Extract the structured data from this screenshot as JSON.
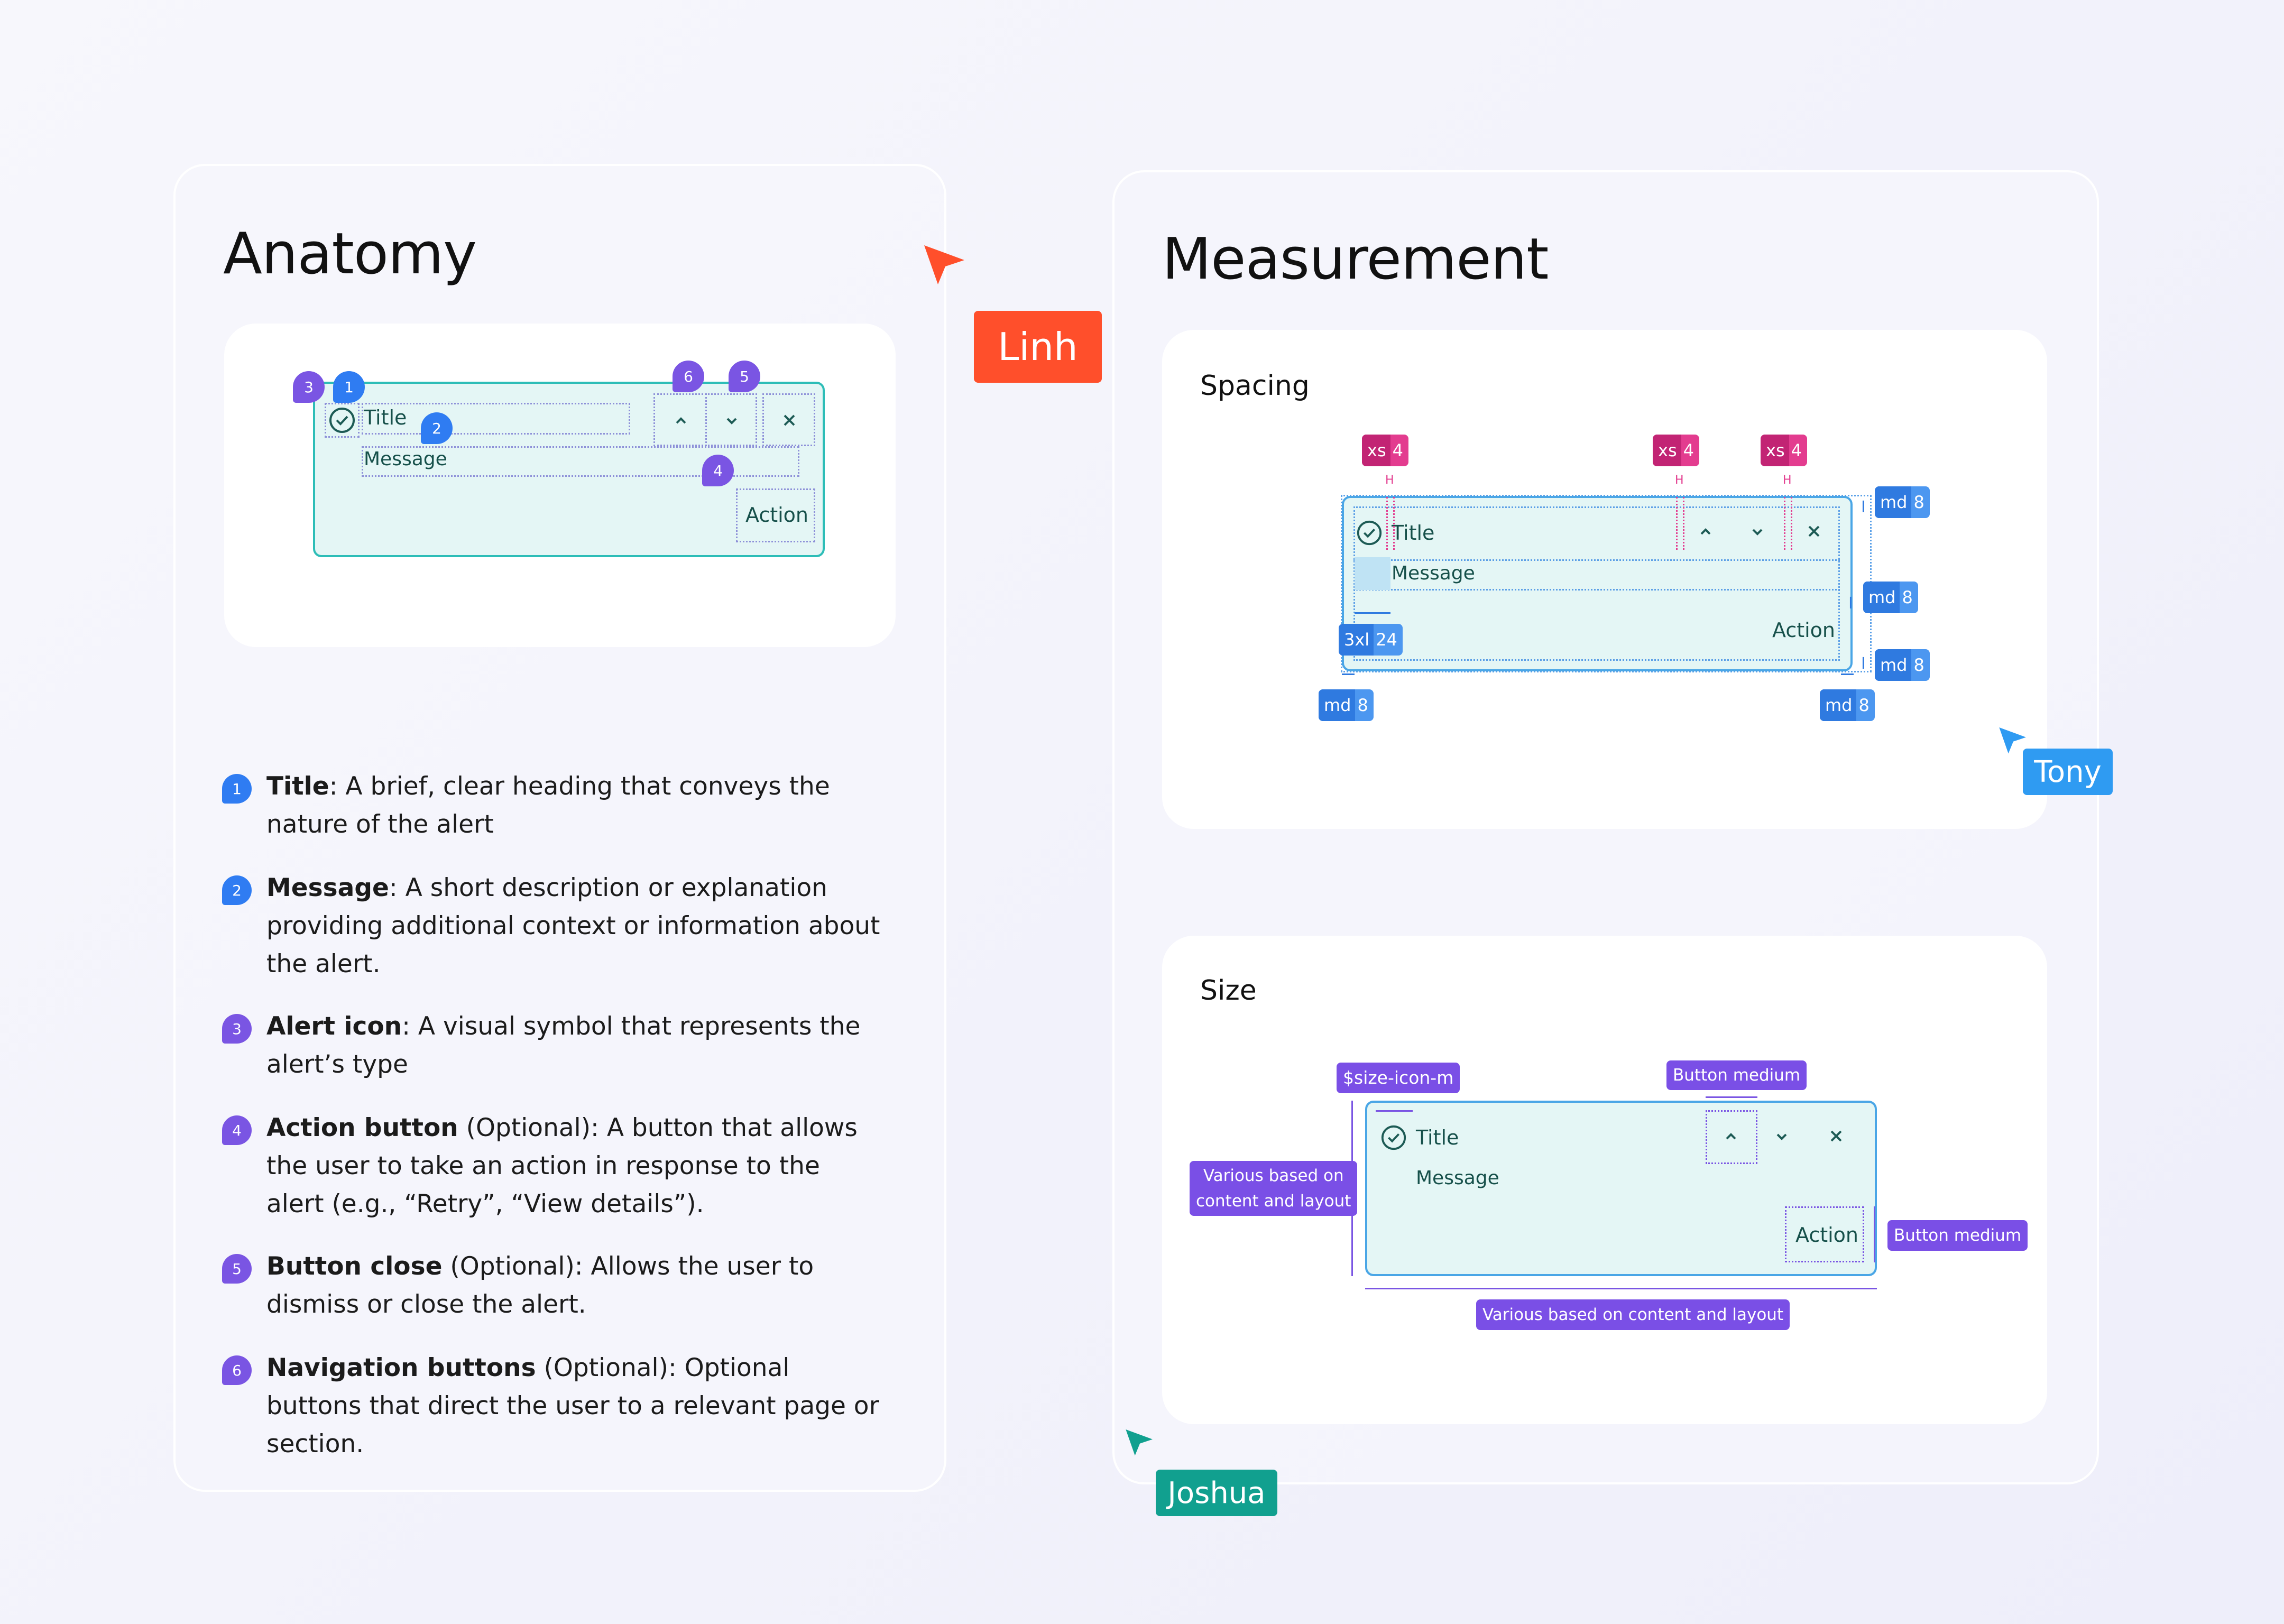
{
  "anatomy": {
    "title": "Anatomy",
    "alert": {
      "title": "Title",
      "message": "Message",
      "action": "Action"
    },
    "markers": [
      "1",
      "2",
      "3",
      "4",
      "5",
      "6"
    ],
    "items": [
      {
        "num": "1",
        "name": "Title",
        "text": ": A brief, clear heading that conveys the nature of the alert"
      },
      {
        "num": "2",
        "name": "Message",
        "text": ": A short description or explanation providing additional context or information about the alert."
      },
      {
        "num": "3",
        "name": "Alert icon",
        "text": ": A visual symbol that represents the alert’s type"
      },
      {
        "num": "4",
        "name": "Action button",
        "text": " (Optional): A button that allows the user to take an action in response to the alert (e.g., “Retry”, “View details”)."
      },
      {
        "num": "5",
        "name": "Button close",
        "text": " (Optional): Allows the user to dismiss or close the alert."
      },
      {
        "num": "6",
        "name": "Navigation buttons",
        "text": " (Optional): Optional buttons that direct the user to a relevant page or section."
      }
    ]
  },
  "measurement": {
    "title": "Measurement",
    "spacing": {
      "label": "Spacing",
      "alert": {
        "title": "Title",
        "message": "Message",
        "action": "Action"
      },
      "tokens": {
        "xs1": {
          "k": "xs",
          "v": "4"
        },
        "xs2": {
          "k": "xs",
          "v": "4"
        },
        "xs3": {
          "k": "xs",
          "v": "4"
        },
        "md_top": {
          "k": "md",
          "v": "8"
        },
        "md_mid": {
          "k": "md",
          "v": "8"
        },
        "md_right": {
          "k": "md",
          "v": "8"
        },
        "md_bl": {
          "k": "md",
          "v": "8"
        },
        "md_br": {
          "k": "md",
          "v": "8"
        },
        "xl": {
          "k": "3xl",
          "v": "24"
        }
      }
    },
    "size": {
      "label": "Size",
      "alert": {
        "title": "Title",
        "message": "Message",
        "action": "Action"
      },
      "labels": {
        "icon": "$size-icon-m",
        "button_top": "Button medium",
        "button_right": "Button medium",
        "height_line1": "Various based on",
        "height_line2": "content and layout",
        "width": "Various based on content and layout"
      }
    }
  },
  "cursors": {
    "linh": {
      "name": "Linh",
      "color": "#ff4f2b"
    },
    "tony": {
      "name": "Tony",
      "color": "#2f9bf2"
    },
    "joshua": {
      "name": "Joshua",
      "color": "#11a08f"
    }
  }
}
